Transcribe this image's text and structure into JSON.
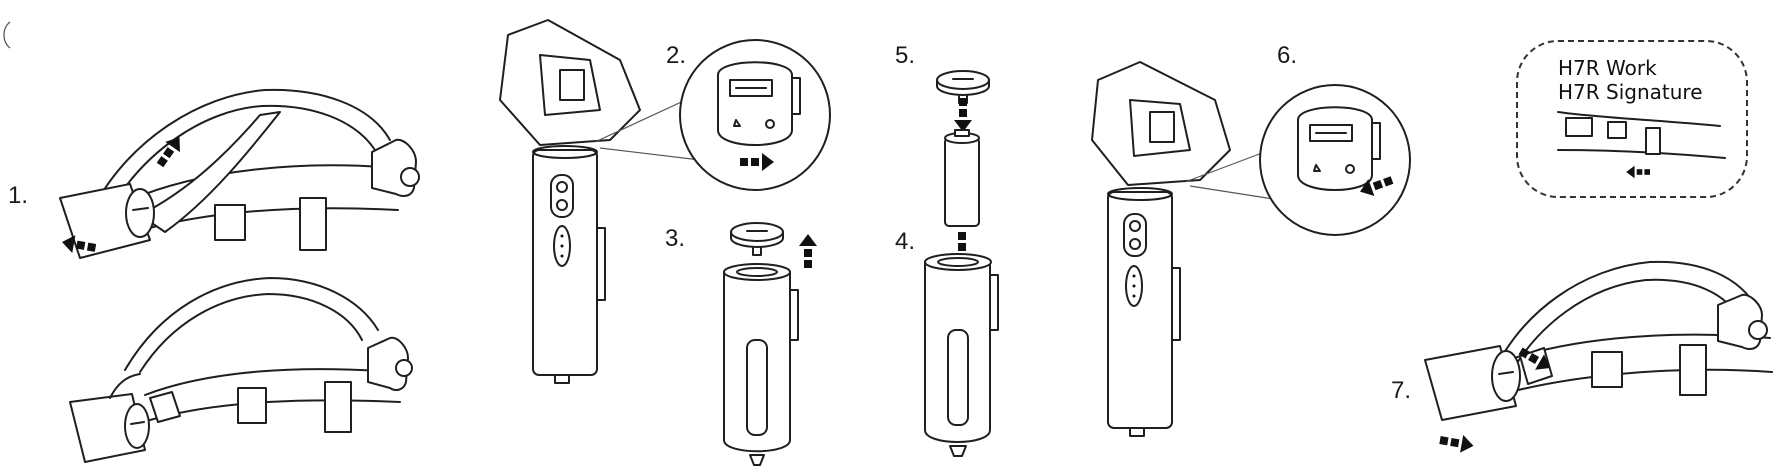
{
  "steps": {
    "s1": "1.",
    "s2": "2.",
    "s3": "3.",
    "s4": "4.",
    "s5": "5.",
    "s6": "6.",
    "s7": "7."
  },
  "models": {
    "line1": "H7R Work",
    "line2": "H7R Signature"
  },
  "colors": {
    "stroke": "#1f1f1f",
    "arrow": "#111111",
    "background": "#ffffff"
  }
}
